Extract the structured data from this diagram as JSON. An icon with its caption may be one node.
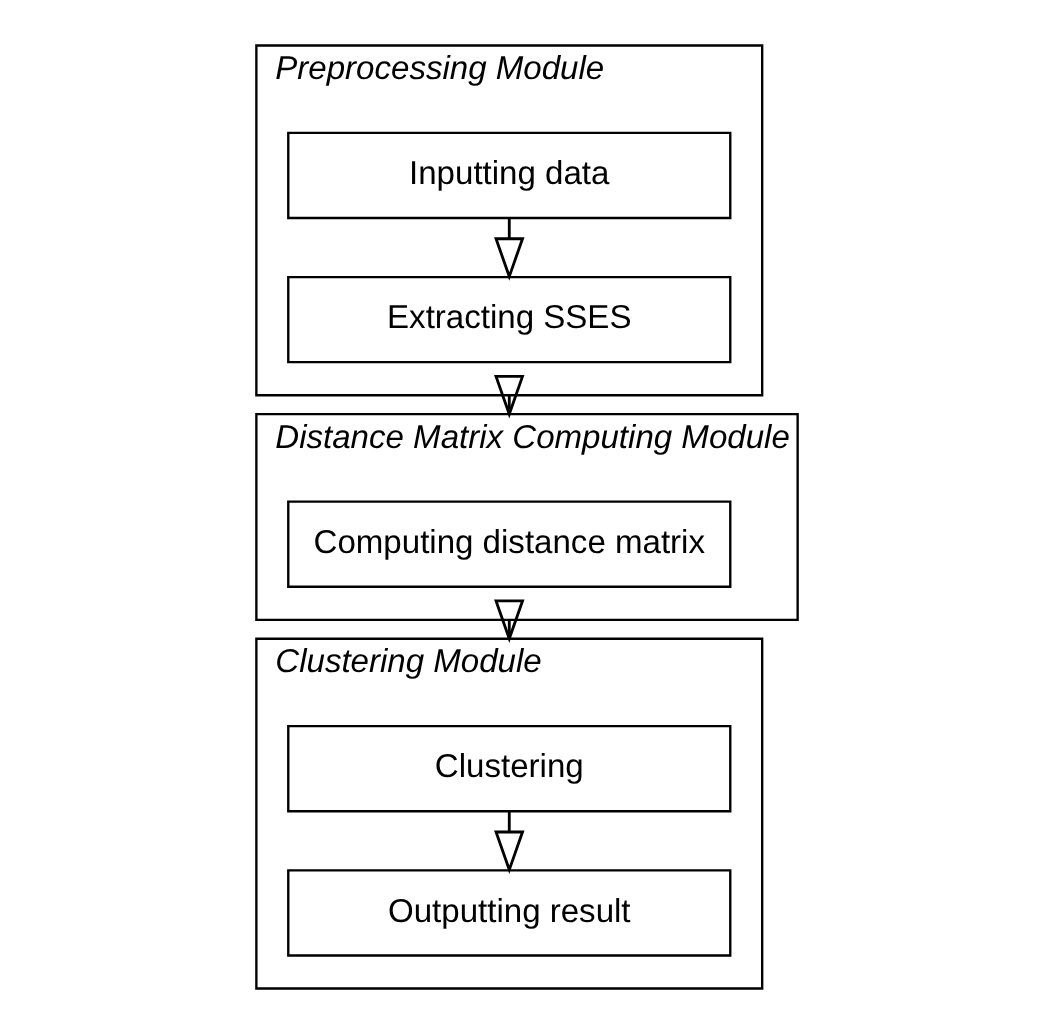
{
  "diagram": {
    "nodes": [
      {
        "text": [
          "Preprocessing Module"
        ]
      },
      {
        "text": [
          "Inputting data"
        ],
        "in": 0
      },
      {
        "text": [
          "Extracting SSES"
        ],
        "in": 0
      },
      {
        "text": [
          "Distance Matrix Computing Module"
        ]
      },
      {
        "text": [
          "Computing distance matrix"
        ],
        "in": 3
      },
      {
        "text": [
          "Clustering Module"
        ]
      },
      {
        "text": [
          "Clustering"
        ],
        "in": 5
      },
      {
        "text": [
          "Outputting result"
        ],
        "in": 5
      }
    ],
    "edges": [
      {
        "from": 1,
        "to": 2,
        "arrow": "to"
      },
      {
        "from": 0,
        "to": 3,
        "arrow": "to"
      },
      {
        "from": 3,
        "to": 5,
        "arrow": "to"
      },
      {
        "from": 6,
        "to": 7,
        "arrow": "to"
      }
    ]
  }
}
